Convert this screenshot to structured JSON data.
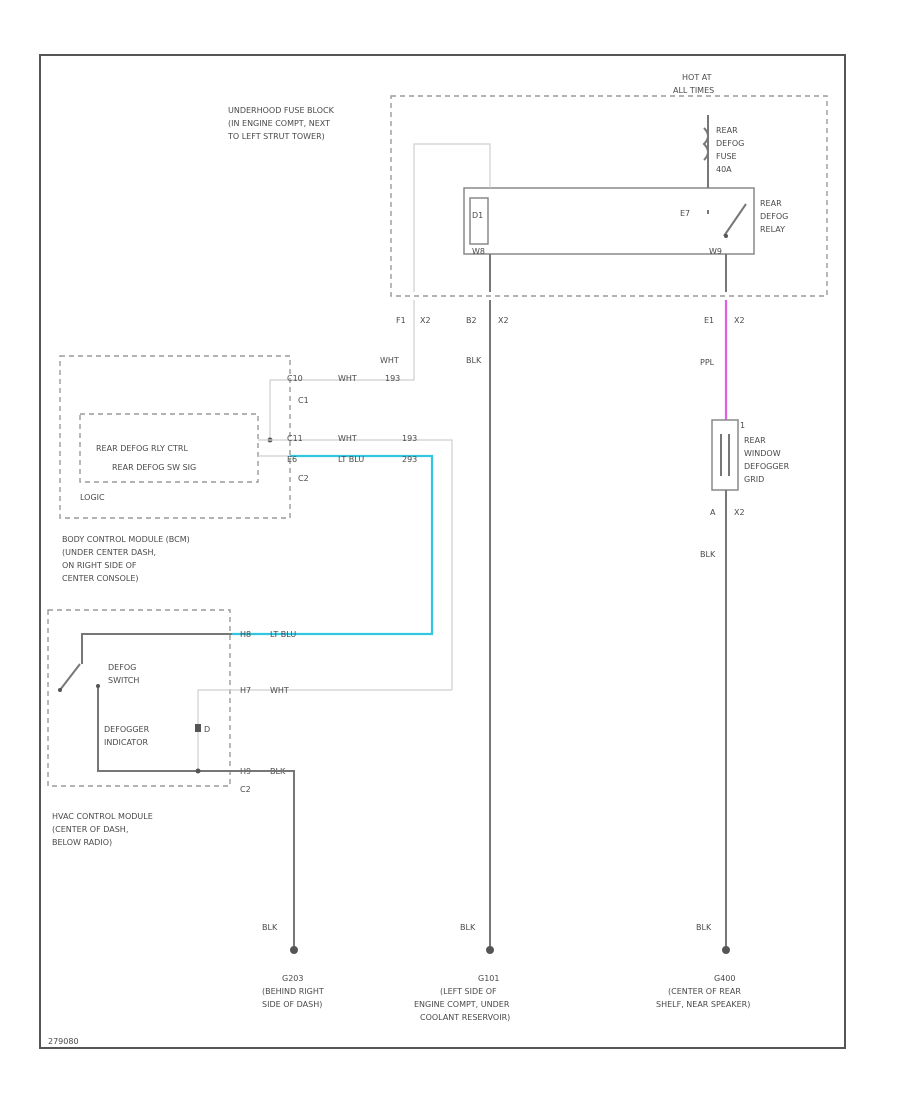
{
  "fuse_block": {
    "label_lines": [
      "UNDERHOOD FUSE BLOCK",
      "(IN ENGINE COMPT, NEXT",
      "TO LEFT STRUT TOWER)"
    ],
    "hot_at_lines": [
      "HOT AT",
      "ALL TIMES"
    ],
    "fuse_lines": [
      "REAR",
      "DEFOG",
      "FUSE",
      "40A"
    ],
    "relay_lines": [
      "REAR",
      "DEFOG",
      "RELAY"
    ],
    "pin_d1": "D1",
    "pin_e7": "E7",
    "pin_w8": "W8",
    "pin_w9": "W9",
    "conn_f1": "F1",
    "conn_b2": "B2",
    "conn_e1": "E1",
    "conn_x2": "X2"
  },
  "bcm": {
    "label_lines": [
      "BODY CONTROL MODULE (BCM)",
      "(UNDER CENTER DASH,",
      "ON RIGHT SIDE OF",
      "CENTER CONSOLE)"
    ],
    "ctrl_label": "REAR DEFOG RLY CTRL",
    "sig_label": "REAR DEFOG SW SIG",
    "logic_label": "LOGIC",
    "pin_c10": "C10",
    "pin_c11": "C11",
    "pin_e6": "E6",
    "conn_c1": "C1",
    "conn_c2": "C2",
    "wire_c10": "WHT",
    "wire_c10_circ": "193",
    "wire_c11": "WHT",
    "wire_c11_circ": "193",
    "wire_e6": "LT BLU",
    "wire_e6_circ": "293",
    "wire_top": "WHT"
  },
  "hvac": {
    "label_lines": [
      "HVAC CONTROL MODULE",
      "(CENTER OF DASH,",
      "BELOW RADIO)"
    ],
    "switch_lines": [
      "DEFOG",
      "SWITCH"
    ],
    "indicator_lines": [
      "DEFOGGER",
      "INDICATOR"
    ],
    "pin_h8": "H8",
    "pin_h7": "H7",
    "pin_h9": "H9",
    "pin_d": "D",
    "conn": "C2",
    "wire_h8": "LT BLU",
    "wire_h7": "WHT",
    "wire_h9": "BLK"
  },
  "grid": {
    "label_lines": [
      "REAR",
      "WINDOW",
      "DEFOGGER",
      "GRID"
    ],
    "pin_top": "1",
    "pin_a": "A",
    "conn_x2": "X2",
    "wire_top": "PPL",
    "wire_bottom": "BLK"
  },
  "wires": {
    "blk_center": "BLK"
  },
  "grounds": {
    "left": {
      "wire": "BLK",
      "id": "G203",
      "desc_lines": [
        "(BEHIND RIGHT",
        "SIDE OF DASH)"
      ]
    },
    "center": {
      "wire": "BLK",
      "id": "G101",
      "desc_lines": [
        "(LEFT SIDE OF",
        "ENGINE COMPT, UNDER",
        "COOLANT RESERVOIR)"
      ]
    },
    "right": {
      "wire": "BLK",
      "id": "G400",
      "desc_lines": [
        "(CENTER OF REAR",
        "SHELF, NEAR SPEAKER)"
      ]
    }
  },
  "footer_code": "279080",
  "colors": {
    "cyan": "#33c6e0",
    "pink": "#e060e0"
  }
}
